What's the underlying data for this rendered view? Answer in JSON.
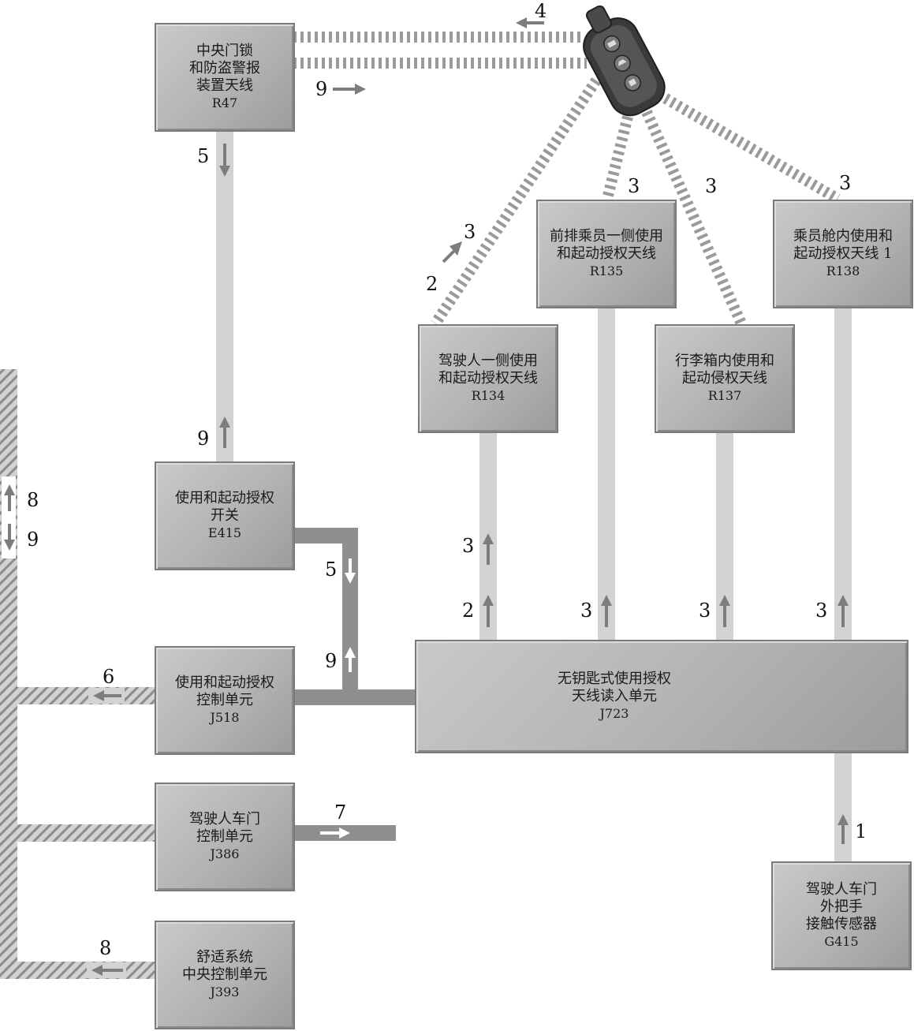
{
  "boxes": {
    "r47": {
      "lines": [
        "中央门锁",
        "和防盗警报",
        "装置天线"
      ],
      "code": "R47"
    },
    "r135": {
      "lines": [
        "前排乘员一侧使用",
        "和起动授权天线"
      ],
      "code": "R135"
    },
    "r138": {
      "lines": [
        "乘员舱内使用和",
        "起动授权天线 1"
      ],
      "code": "R138"
    },
    "r134": {
      "lines": [
        "驾驶人一侧使用",
        "和起动授权天线"
      ],
      "code": "R134"
    },
    "r137": {
      "lines": [
        "行李箱内使用和",
        "起动侵权天线"
      ],
      "code": "R137"
    },
    "e415": {
      "lines": [
        "使用和起动授权",
        "开关"
      ],
      "code": "E415"
    },
    "j518": {
      "lines": [
        "使用和起动授权",
        "控制单元"
      ],
      "code": "J518"
    },
    "j723": {
      "lines": [
        "无钥匙式使用授权",
        "天线读入单元"
      ],
      "code": "J723"
    },
    "j386": {
      "lines": [
        "驾驶人车门",
        "控制单元"
      ],
      "code": "J386"
    },
    "j393": {
      "lines": [
        "舒适系统",
        "中央控制单元"
      ],
      "code": "J393"
    },
    "g415": {
      "lines": [
        "驾驶人车门",
        "外把手",
        "接触传感器"
      ],
      "code": "G415"
    }
  },
  "step_labels": {
    "s1": "1",
    "s2_key": "2",
    "s3_key": "3",
    "s2_j723": "2",
    "s3_r134": "3",
    "s3_r135": "3",
    "s3_r137": "3",
    "s3_r138": "3",
    "s3_r135_top": "3",
    "s3_r137_top": "3",
    "s3_r138_top": "3",
    "s4": "4",
    "s5_r47": "5",
    "s5_e415": "5",
    "s6": "6",
    "s7": "7",
    "s8_bus": "8",
    "s9_bus": "9",
    "s8_j393": "8",
    "s9_key": "9",
    "s9_e415": "9",
    "s9_up": "9"
  },
  "colors": {
    "wire": "#d3d3d3",
    "wire_dark": "#8f8f8f",
    "arrow": "#7d7d7d",
    "hatch_bg": "#d2d2d2",
    "hatch_line": "#8c8c8c",
    "box_border": "#7a7a7a",
    "key_body": "#3a3a3a"
  },
  "icons": [
    "key-fob-icon"
  ]
}
